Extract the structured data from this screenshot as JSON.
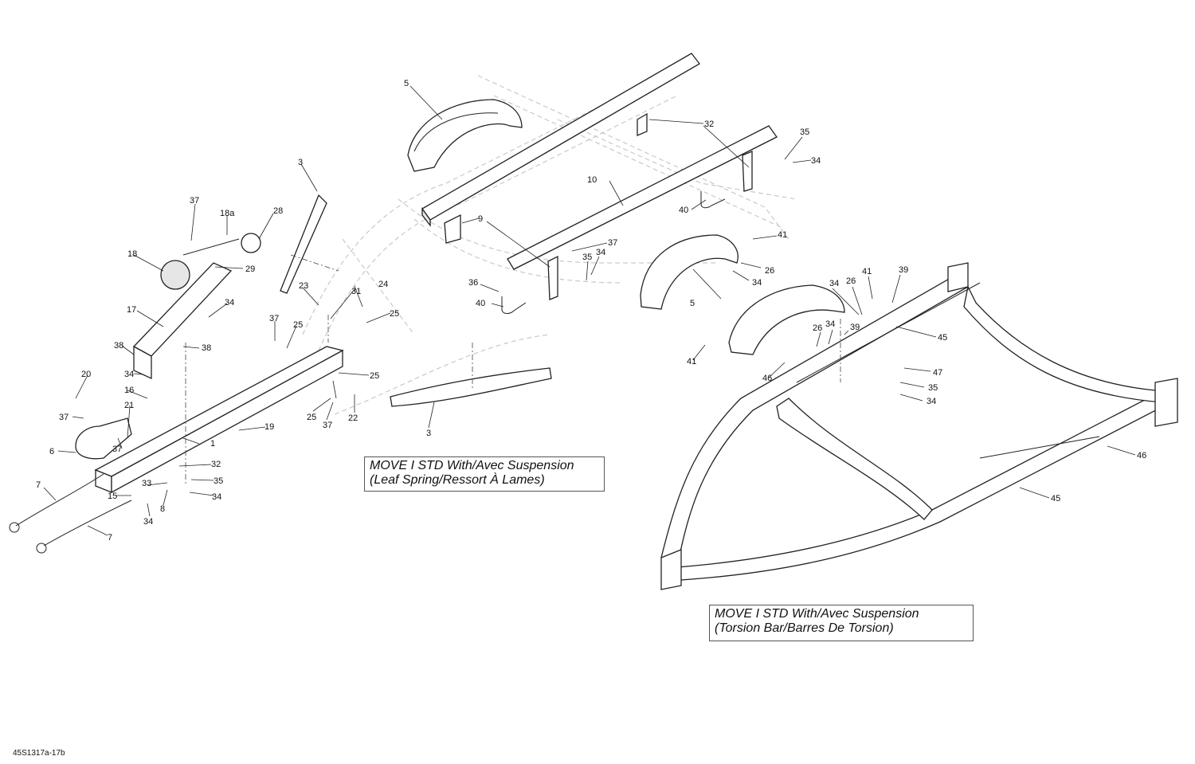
{
  "diagram": {
    "captions": {
      "leaf_spring": {
        "line1": "MOVE I STD With/Avec Suspension",
        "line2": "(Leaf Spring/Ressort À Lames)"
      },
      "torsion_bar": {
        "line1": "MOVE I STD With/Avec Suspension",
        "line2": "(Torsion Bar/Barres De Torsion)"
      }
    },
    "document_id": "45S1317a-17b",
    "callouts": [
      "1",
      "3",
      "5",
      "6",
      "7",
      "8",
      "9",
      "10",
      "15",
      "16",
      "17",
      "18",
      "18a",
      "19",
      "20",
      "21",
      "22",
      "23",
      "24",
      "25",
      "26",
      "28",
      "29",
      "31",
      "32",
      "33",
      "34",
      "35",
      "36",
      "37",
      "38",
      "39",
      "40",
      "41",
      "45",
      "46",
      "47"
    ]
  }
}
